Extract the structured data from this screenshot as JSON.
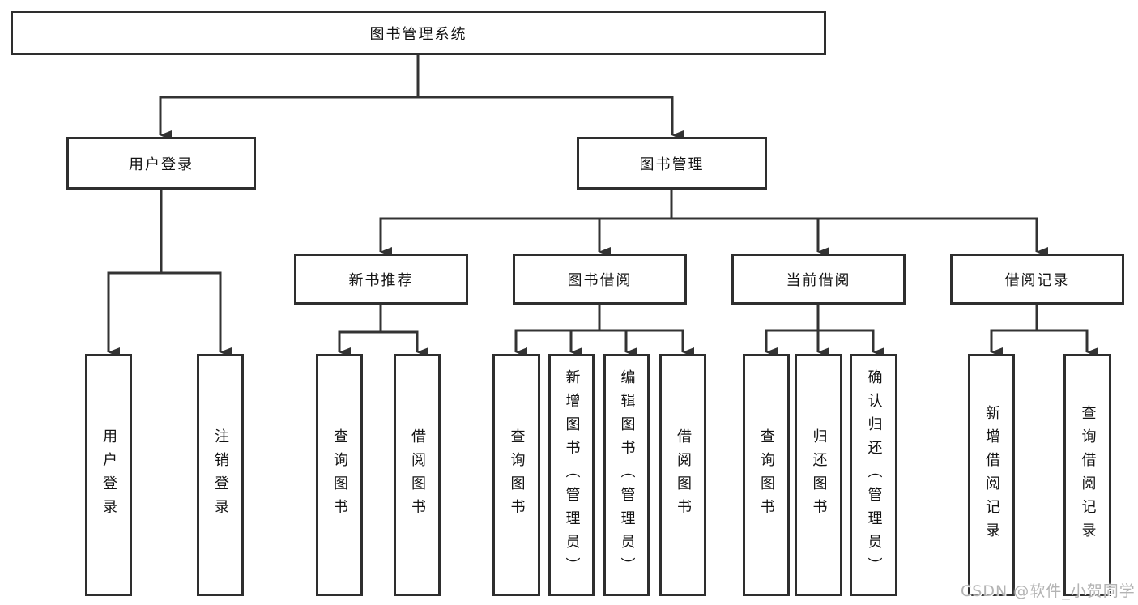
{
  "diagram": {
    "root_label": "图书管理系统",
    "login_branch": {
      "label": "用户登录",
      "children": [
        "用户登录",
        "注销登录"
      ]
    },
    "management_branch": {
      "label": "图书管理",
      "sections": [
        {
          "label": "新书推荐",
          "children": [
            "查询图书",
            "借阅图书"
          ]
        },
        {
          "label": "图书借阅",
          "children": [
            "查询图书",
            "新增图书（管理员）",
            "编辑图书（管理员）",
            "借阅图书"
          ]
        },
        {
          "label": "当前借阅",
          "children": [
            "查询图书",
            "归还图书",
            "确认归还（管理员）"
          ]
        },
        {
          "label": "借阅记录",
          "children": [
            "新增借阅记录",
            "查询借阅记录"
          ]
        }
      ]
    },
    "line_color": "#333333"
  },
  "watermark": {
    "text": "CSDN @软件_小贺同学"
  }
}
